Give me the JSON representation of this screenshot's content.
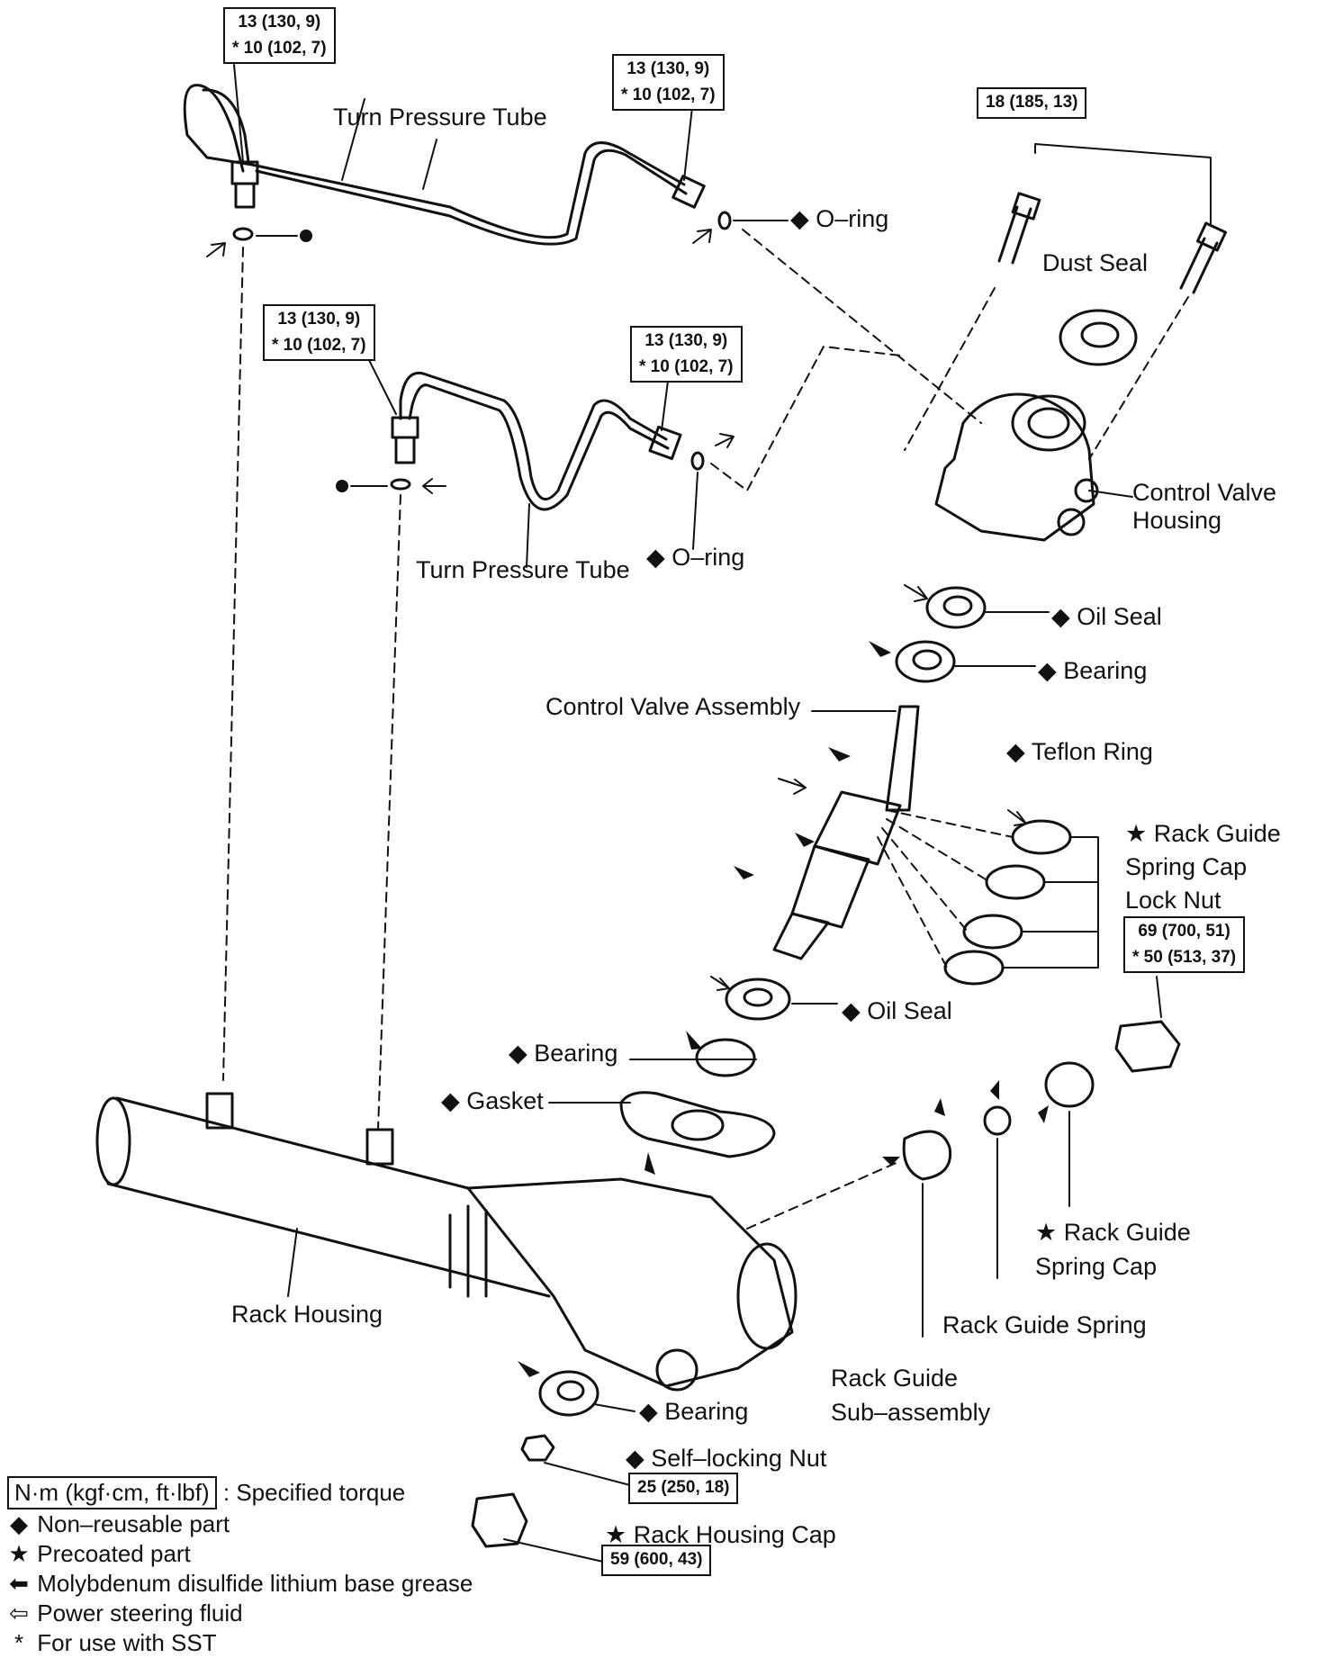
{
  "torque": {
    "top_left": [
      "13 (130, 9)",
      "* 10 (102, 7)"
    ],
    "top_right": [
      "13 (130, 9)",
      "* 10 (102, 7)"
    ],
    "mid_left": [
      "13 (130, 9)",
      "* 10 (102, 7)"
    ],
    "mid_right": [
      "13 (130, 9)",
      "* 10 (102, 7)"
    ],
    "housing_bolt": "18 (185, 13)",
    "lock_nut": [
      "69 (700, 51)",
      "* 50 (513, 37)"
    ],
    "self_locking_nut": "25 (250, 18)",
    "rack_housing_cap": "59 (600, 43)"
  },
  "labels": {
    "turn_pressure_tube_top": "Turn Pressure Tube",
    "turn_pressure_tube_mid": "Turn Pressure Tube",
    "oring_top": "◆ O–ring",
    "oring_mid": "◆ O–ring",
    "dust_seal": "Dust Seal",
    "control_valve_housing": [
      "Control Valve",
      "Housing"
    ],
    "oil_seal_upper": "◆ Oil Seal",
    "bearing_upper": "◆ Bearing",
    "control_valve_assembly": "Control Valve Assembly",
    "teflon_ring": "◆ Teflon Ring",
    "rack_guide_lock_nut": [
      "★ Rack Guide",
      "Spring Cap",
      "Lock Nut"
    ],
    "oil_seal_lower": "◆ Oil Seal",
    "bearing_mid": "◆ Bearing",
    "gasket": "◆ Gasket",
    "rack_housing": "Rack Housing",
    "rack_guide_spring_cap": [
      "★ Rack Guide",
      "Spring Cap"
    ],
    "rack_guide_spring": "Rack Guide Spring",
    "rack_guide_sub": [
      "Rack Guide",
      "Sub–assembly"
    ],
    "bearing_lower": "◆ Bearing",
    "self_locking_nut": "◆ Self–locking Nut",
    "rack_housing_cap": "★ Rack Housing Cap"
  },
  "legend": {
    "unit": "N·m (kgf·cm, ft·lbf)",
    "unit_desc": ": Specified torque",
    "non_reusable": "Non–reusable part",
    "precoated": "Precoated part",
    "moly": "Molybdenum disulfide lithium base grease",
    "psf": "Power steering fluid",
    "sst": "For use with SST"
  }
}
